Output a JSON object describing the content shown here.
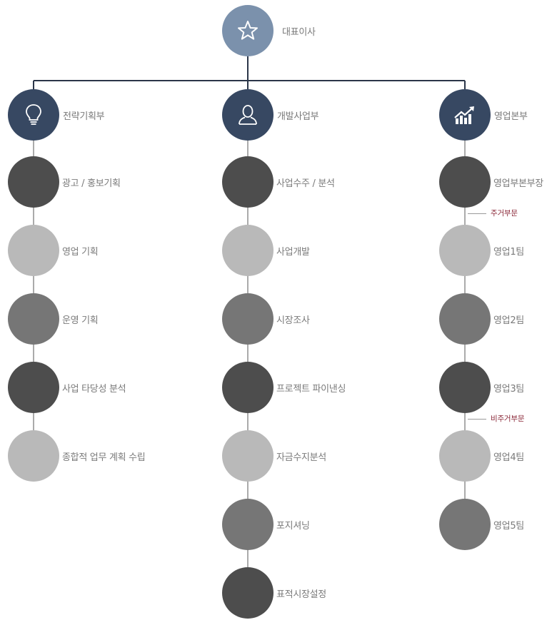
{
  "colors": {
    "ceo": "#7b91ac",
    "head": "#374862",
    "dark": "#4d4d4d",
    "mid": "#767676",
    "light": "#b9b9b9",
    "connector": "#2b3649",
    "side_label": "#8b2a3a"
  },
  "ceo": {
    "label": "대표이사",
    "icon": "star-icon"
  },
  "columns": [
    {
      "head": {
        "label": "전략기획부",
        "icon": "lightbulb-icon"
      },
      "items": [
        {
          "label": "광고 / 홍보기획",
          "tone": "dark"
        },
        {
          "label": "영업 기획",
          "tone": "light"
        },
        {
          "label": "운영 기획",
          "tone": "mid"
        },
        {
          "label": "사업 타당성 분석",
          "tone": "dark"
        },
        {
          "label": "종합적 업무 계획 수립",
          "tone": "light"
        }
      ]
    },
    {
      "head": {
        "label": "개발사업부",
        "icon": "person-icon"
      },
      "items": [
        {
          "label": "사업수주 / 분석",
          "tone": "dark"
        },
        {
          "label": "사업개발",
          "tone": "light"
        },
        {
          "label": "시장조사",
          "tone": "mid"
        },
        {
          "label": "프로젝트 파이낸싱",
          "tone": "dark"
        },
        {
          "label": "자금수지분석",
          "tone": "light"
        },
        {
          "label": "포지셔닝",
          "tone": "mid"
        },
        {
          "label": "표적시장설정",
          "tone": "dark"
        }
      ]
    },
    {
      "head": {
        "label": "영업본부",
        "icon": "growth-chart-icon"
      },
      "items": [
        {
          "label": "영업부본부장",
          "tone": "dark"
        },
        {
          "label": "영업1팀",
          "tone": "light"
        },
        {
          "label": "영업2팀",
          "tone": "mid"
        },
        {
          "label": "영업3팀",
          "tone": "dark"
        },
        {
          "label": "영업4팀",
          "tone": "light"
        },
        {
          "label": "영업5팀",
          "tone": "mid"
        }
      ],
      "side_labels": [
        {
          "text": "주거부문",
          "after": 0
        },
        {
          "text": "비주거부문",
          "after": 3
        }
      ]
    }
  ]
}
